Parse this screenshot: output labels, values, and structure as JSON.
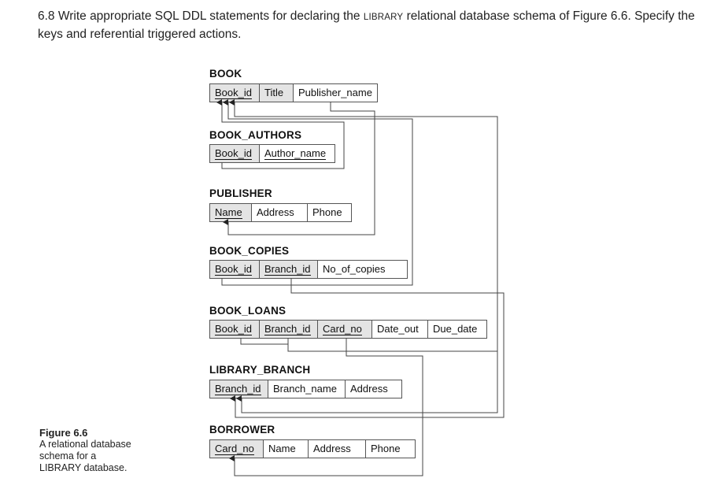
{
  "question": {
    "number": "6.8",
    "text_before": "Write appropriate SQL DDL statements for declaring the ",
    "schema_name": "LIBRARY",
    "text_after": " relational database schema of Figure 6.6. Specify the keys and referential triggered actions."
  },
  "figure": {
    "label": "Figure 6.6",
    "caption_lines": [
      "A relational database",
      "schema for a",
      "LIBRARY database."
    ]
  },
  "relations": [
    {
      "name": "BOOK",
      "attributes": [
        {
          "label": "Book_id",
          "key": true
        },
        {
          "label": "Title",
          "key": false
        },
        {
          "label": "Publisher_name",
          "key": false
        }
      ]
    },
    {
      "name": "BOOK_AUTHORS",
      "attributes": [
        {
          "label": "Book_id",
          "key": true
        },
        {
          "label": "Author_name",
          "key": true
        }
      ]
    },
    {
      "name": "PUBLISHER",
      "attributes": [
        {
          "label": "Name",
          "key": true
        },
        {
          "label": "Address",
          "key": false
        },
        {
          "label": "Phone",
          "key": false
        }
      ]
    },
    {
      "name": "BOOK_COPIES",
      "attributes": [
        {
          "label": "Book_id",
          "key": true
        },
        {
          "label": "Branch_id",
          "key": true
        },
        {
          "label": "No_of_copies",
          "key": false
        }
      ]
    },
    {
      "name": "BOOK_LOANS",
      "attributes": [
        {
          "label": "Book_id",
          "key": true
        },
        {
          "label": "Branch_id",
          "key": true
        },
        {
          "label": "Card_no",
          "key": true
        },
        {
          "label": "Date_out",
          "key": false
        },
        {
          "label": "Due_date",
          "key": false
        }
      ]
    },
    {
      "name": "LIBRARY_BRANCH",
      "attributes": [
        {
          "label": "Branch_id",
          "key": true
        },
        {
          "label": "Branch_name",
          "key": false
        },
        {
          "label": "Address",
          "key": false
        }
      ]
    },
    {
      "name": "BORROWER",
      "attributes": [
        {
          "label": "Card_no",
          "key": true
        },
        {
          "label": "Name",
          "key": false
        },
        {
          "label": "Address",
          "key": false
        },
        {
          "label": "Phone",
          "key": false
        }
      ]
    }
  ],
  "colors": {
    "line": "#444444",
    "shade": "#e4e4e4",
    "text": "#111111"
  }
}
